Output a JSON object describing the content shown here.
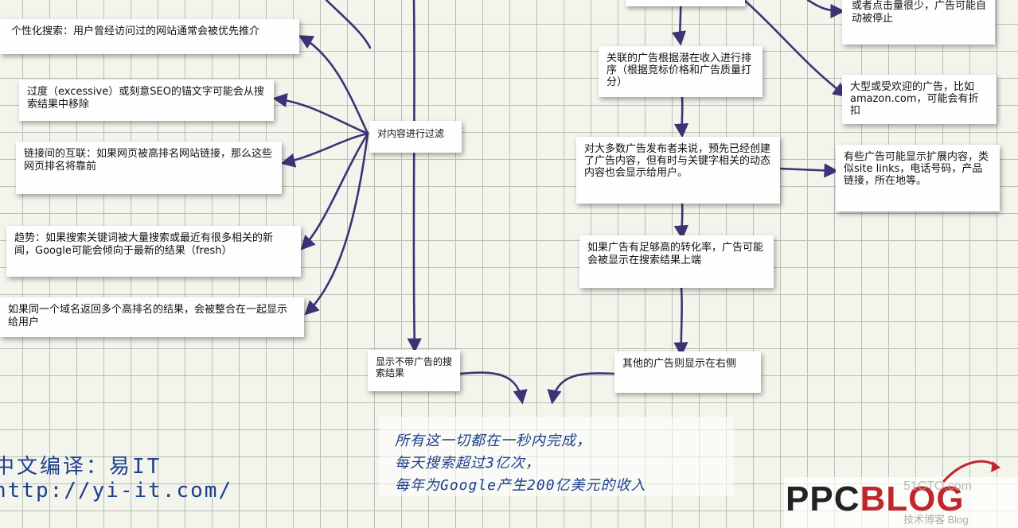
{
  "left_column": {
    "personalized": "个性化搜索：用户曾经访问过的网站通常会被优先推介",
    "excessive": "过度（excessive）或刻意SEO的锚文字可能会从搜索结果中移除",
    "interlinks": "链接间的互联：如果网页被高排名网站链接，那么这些网页排名将靠前",
    "trend": "趋势：如果搜索关键词被大量搜索或最近有很多相关的新闻，Google可能会倾向于最新的结果（fresh）",
    "same_domain": "如果同一个域名返回多个高排名的结果，会被整合在一起显示给用户"
  },
  "center": {
    "filter": "对内容进行过滤",
    "no_ads": "显示不带广告的搜索结果"
  },
  "right_column": {
    "top_partial": "或者点击量很少，广告可能自动被停止",
    "rank_revenue": "关联的广告根据潜在收入进行排序（根据竞标价格和广告质量打分）",
    "predefined": "对大多数广告发布者来说，预先已经创建了广告内容，但有时与关键字相关的动态内容也会显示给用户。",
    "amazon": "大型或受欢迎的广告，比如amazon.com，可能会有折扣",
    "extensions": "有些广告可能显示扩展内容，类似site links，电话号码，产品链接，所在地等。",
    "top_display": "如果广告有足够高的转化率，广告可能会被显示在搜索结果上端",
    "right_side": "其他的广告则显示在右侧"
  },
  "handwriting": {
    "summary_1": "所有这一切都在一秒内完成，",
    "summary_2": "每天搜索超过3亿次，",
    "summary_3": "每年为Google产生200亿美元的收入",
    "translator": "中文编译：易IT",
    "url": "http://yi-it.com/"
  },
  "watermark": {
    "logo": "PPCBLOG",
    "site": "51CTO.com",
    "tagline": "技术博客 Blog"
  },
  "colors": {
    "arrow": "#3a3476",
    "handwriting": "#1d3f8f",
    "logo_dark": "#222222",
    "logo_red": "#c0262d"
  }
}
